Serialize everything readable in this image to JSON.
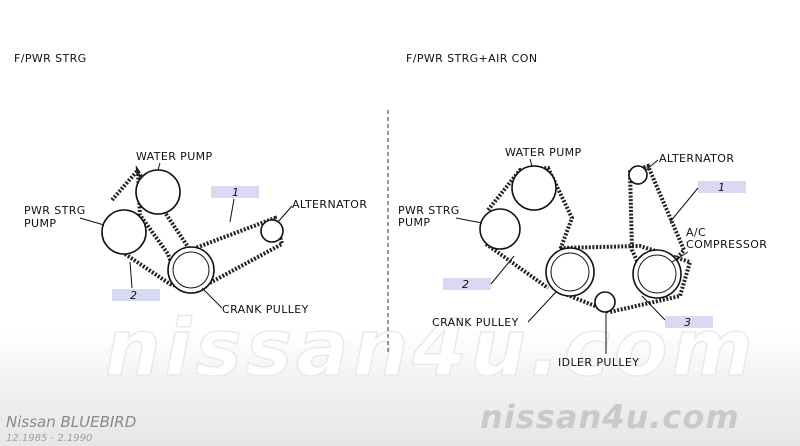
{
  "left": {
    "title": "F/PWR STRG",
    "labels": {
      "water_pump": "WATER PUMP",
      "pwr_strg_pump_1": "PWR STRG",
      "pwr_strg_pump_2": "PUMP",
      "alternator": "ALTERNATOR",
      "crank_pulley": "CRANK PULLEY"
    },
    "tags": [
      "1",
      "2"
    ]
  },
  "right": {
    "title": "F/PWR STRG+AIR CON",
    "labels": {
      "water_pump": "WATER PUMP",
      "alternator": "ALTERNATOR",
      "pwr_strg_pump_1": "PWR STRG",
      "pwr_strg_pump_2": "PUMP",
      "ac_compressor_1": "A/C",
      "ac_compressor_2": "COMPRESSOR",
      "crank_pulley": "CRANK PULLEY",
      "idler_pulley": "IDLER PULLEY"
    },
    "tags": [
      "1",
      "2",
      "3"
    ]
  },
  "watermark": {
    "center": "nissan4u.com",
    "corner": "nissan4u.com"
  },
  "footer": {
    "model": "Nissan  BLUEBIRD",
    "years": "12.1985 - 2.1990"
  },
  "colors": {
    "tag_fill": "#d9d9f3",
    "line": "#111111"
  }
}
